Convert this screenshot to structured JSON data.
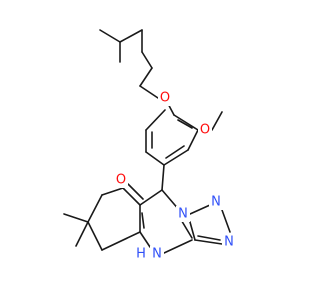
{
  "molecule": {
    "colors": {
      "carbon_bond": "#1a1a1a",
      "oxygen": "#ff0d0d",
      "nitrogen": "#3050f8"
    },
    "labels": {
      "o_ether_upper": "O",
      "o_methoxy": "O",
      "o_ketone": "O",
      "n_triazole_a": "N",
      "n_triazole_b": "N",
      "n_triazole_c": "N",
      "nh": "N",
      "h_of_nh": "H"
    }
  }
}
